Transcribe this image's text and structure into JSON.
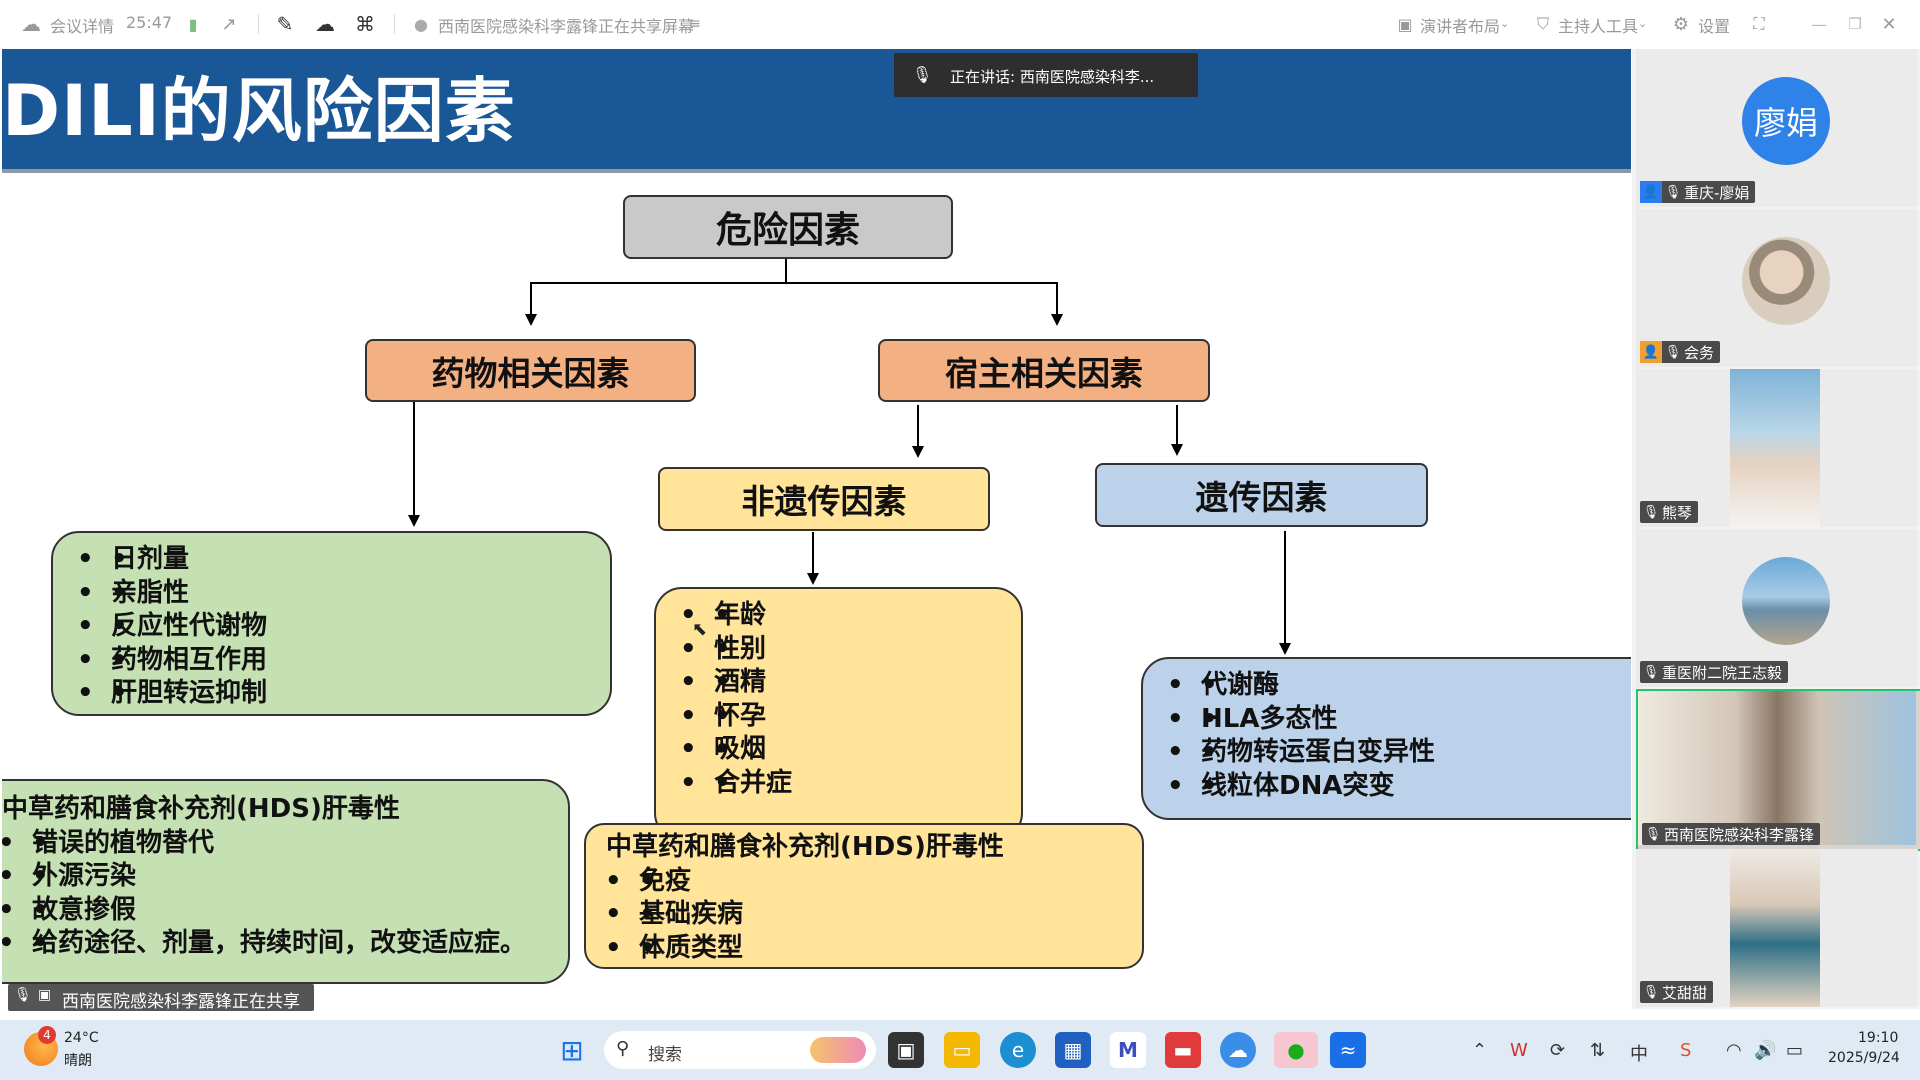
{
  "topbar": {
    "meeting_details": "会议详情",
    "timer": "25:47",
    "sharing_status": "西南医院感染科李露锋正在共享屏幕",
    "presenter_layout": "演讲者布局",
    "host_tools": "主持人工具",
    "settings": "设置"
  },
  "speaking": {
    "label": "正在讲话:",
    "name": "西南医院感染科李..."
  },
  "slide": {
    "title": "DILI的风险因素",
    "root": "危险因素",
    "drug_factors": "药物相关因素",
    "host_factors": "宿主相关因素",
    "non_genetic": "非遗传因素",
    "genetic": "遗传因素",
    "drug_list": [
      "日剂量",
      "亲脂性",
      "反应性代谢物",
      "药物相互作用",
      "肝胆转运抑制"
    ],
    "non_genetic_list": [
      "年龄",
      "性别",
      "酒精",
      "怀孕",
      "吸烟",
      "合并症"
    ],
    "genetic_list": [
      "代谢酶",
      "HLA多态性",
      "药物转运蛋白变异性",
      "线粒体DNA突变"
    ],
    "hds_left": {
      "title": "中草药和膳食补充剂(HDS)肝毒性",
      "items": [
        "错误的植物替代",
        "外源污染",
        "故意掺假",
        "给药途径、剂量，持续时间，改变适应症。"
      ]
    },
    "hds_right": {
      "title": "中草药和膳食补充剂(HDS)肝毒性",
      "items": [
        "免疫",
        "基础疾病",
        "体质类型"
      ]
    }
  },
  "share_bar": "西南医院感染科李露锋正在共享",
  "participants": [
    {
      "name": "重庆-廖娟",
      "avatar_text": "廖娟",
      "role": "host"
    },
    {
      "name": "会务",
      "role": "cohost"
    },
    {
      "name": "熊琴"
    },
    {
      "name": "重医附二院王志毅"
    },
    {
      "name": "西南医院感染科李露锋"
    },
    {
      "name": "艾甜甜"
    }
  ],
  "taskbar": {
    "weather_temp": "24°C",
    "weather_desc": "晴朗",
    "weather_badge": "4",
    "search_placeholder": "搜索",
    "time": "19:10",
    "date": "2025/9/24"
  },
  "colors": {
    "header_blue": "#1a5796",
    "gray_box": "#c9c9c9",
    "orange_box": "#f3b083",
    "yellow_box": "#ffe49a",
    "blue_box": "#bcd2ea",
    "green_box": "#c5e0b3",
    "active_speaker_border": "#21c46a"
  }
}
